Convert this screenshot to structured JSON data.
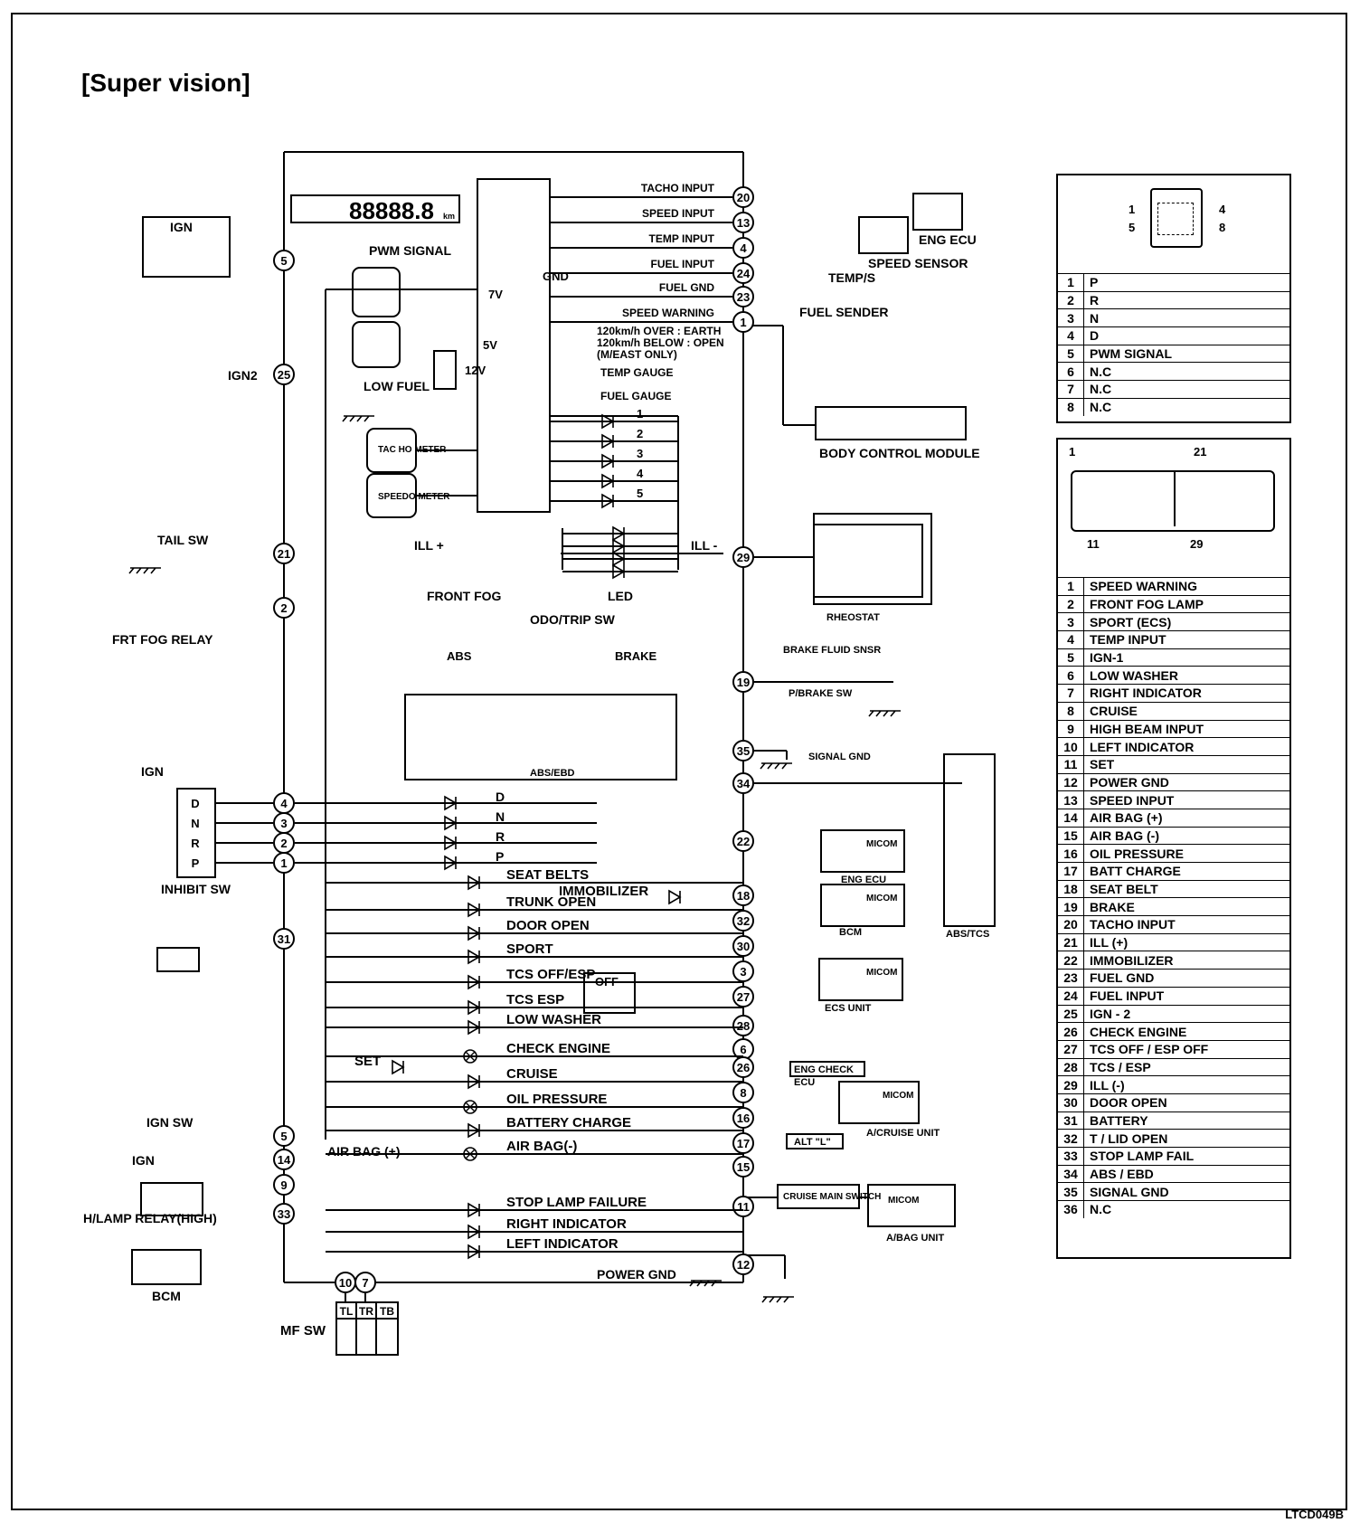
{
  "title": "[Super vision]",
  "figure_code": "LTCD049B",
  "display": {
    "readout": "88888.8",
    "unit": "km"
  },
  "pins": [
    {
      "num": "20",
      "label": "TACHO INPUT"
    },
    {
      "num": "13",
      "label": "SPEED INPUT"
    },
    {
      "num": "4",
      "label": "TEMP INPUT"
    },
    {
      "num": "24",
      "label": "FUEL INPUT"
    },
    {
      "num": "23",
      "label": "FUEL GND"
    },
    {
      "num": "1",
      "label": "SPEED WARNING"
    },
    {
      "num": "29",
      "label": "ILL -"
    },
    {
      "num": "19",
      "label": ""
    },
    {
      "num": "35",
      "label": ""
    },
    {
      "num": "34",
      "label": ""
    },
    {
      "num": "22",
      "label": ""
    },
    {
      "num": "18",
      "label": ""
    },
    {
      "num": "32",
      "label": ""
    },
    {
      "num": "30",
      "label": ""
    },
    {
      "num": "3",
      "label": ""
    },
    {
      "num": "27",
      "label": ""
    },
    {
      "num": "28",
      "label": ""
    },
    {
      "num": "6",
      "label": ""
    },
    {
      "num": "26",
      "label": ""
    },
    {
      "num": "8",
      "label": ""
    },
    {
      "num": "16",
      "label": ""
    },
    {
      "num": "17",
      "label": ""
    },
    {
      "num": "15",
      "label": ""
    },
    {
      "num": "11",
      "label": ""
    },
    {
      "num": "12",
      "label": ""
    }
  ],
  "left_pins": [
    {
      "num": "5",
      "label": "PWM SIGNAL"
    },
    {
      "num": "25",
      "label": "IGN2"
    },
    {
      "num": "21",
      "label": "ILL +"
    },
    {
      "num": "2",
      "label": "FRONT FOG"
    },
    {
      "num": "4",
      "label": "D"
    },
    {
      "num": "3",
      "label": "N"
    },
    {
      "num": "2",
      "label": "R"
    },
    {
      "num": "1",
      "label": "P"
    },
    {
      "num": "31",
      "label": ""
    },
    {
      "num": "5",
      "label": "AIR BAG (+)"
    },
    {
      "num": "14",
      "label": ""
    },
    {
      "num": "9",
      "label": "HIGH BEAM INPUT"
    },
    {
      "num": "33",
      "label": ""
    },
    {
      "num": "10",
      "label": ""
    },
    {
      "num": "7",
      "label": ""
    }
  ],
  "speed_warning_note": [
    "120km/h OVER : EARTH",
    "120km/h BELOW : OPEN",
    "(M/EAST ONLY)"
  ],
  "labels": {
    "ign": "IGN",
    "ign2": "IGN2",
    "tail_sw": "TAIL SW",
    "frt_fog_relay": "FRT FOG RELAY",
    "inhibit_sw": "INHIBIT SW",
    "ign_sw": "IGN SW",
    "hlamp_relay": "H/LAMP RELAY(HIGH)",
    "bcm": "BCM",
    "mf_sw": "MF SW",
    "low_fuel": "LOW FUEL",
    "tacho_meter": "TAC HO METER",
    "speedo_meter": "SPEEDO METER",
    "gnd": "GND",
    "v7": "7V",
    "v5": "5V",
    "v12": "12V",
    "temp_gauge": "TEMP GAUGE",
    "fuel_gauge": "FUEL GAUGE",
    "led": "LED",
    "odo_trip": "ODO/TRIP SW",
    "abs": "ABS",
    "brake": "BRAKE",
    "abs_ebd": "ABS/EBD",
    "eng_ecu": "ENG ECU",
    "speed_sensor": "SPEED SENSOR",
    "temp_s": "TEMP/S",
    "fuel_sender": "FUEL SENDER",
    "bcm_module": "BODY CONTROL MODULE",
    "rheostat": "RHEOSTAT",
    "brake_fluid": "BRAKE FLUID SNSR",
    "pbrake_sw": "P/BRAKE SW",
    "signal_gnd": "SIGNAL GND",
    "abs_tcs": "ABS/TCS",
    "micom": "MICOM",
    "eng_ecu2": "ENG ECU",
    "bcm2": "BCM",
    "ecs_unit": "ECS UNIT",
    "eng_check": "ENG CHECK",
    "ecu": "ECU",
    "acruise_unit": "A/CRUISE UNIT",
    "alt_l": "ALT \"L\"",
    "cruise_main": "CRUISE MAIN SWITCH",
    "abag_unit": "A/BAG UNIT",
    "off": "OFF",
    "power_gnd": "POWER GND",
    "tl": "TL",
    "tr": "TR",
    "tb": "TB"
  },
  "indicators": [
    "SEAT BELTS",
    "IMMOBILIZER",
    "TRUNK OPEN",
    "DOOR OPEN",
    "SPORT",
    "TCS OFF/ESP",
    "TCS ESP",
    "LOW WASHER",
    "CHECK ENGINE",
    "SET",
    "CRUISE",
    "OIL PRESSURE",
    "BATTERY CHARGE",
    "AIR BAG(-)",
    "STOP LAMP FAILURE",
    "RIGHT INDICATOR",
    "LEFT INDICATOR"
  ],
  "led_nums": [
    "1",
    "2",
    "3",
    "4",
    "5"
  ],
  "inhibit_positions": [
    "D",
    "N",
    "R",
    "P"
  ],
  "connector_small": {
    "pin_labels": [
      "1",
      "4",
      "5",
      "8"
    ],
    "rows": [
      {
        "n": "1",
        "v": "P"
      },
      {
        "n": "2",
        "v": "R"
      },
      {
        "n": "3",
        "v": "N"
      },
      {
        "n": "4",
        "v": "D"
      },
      {
        "n": "5",
        "v": "PWM SIGNAL"
      },
      {
        "n": "6",
        "v": "N.C"
      },
      {
        "n": "7",
        "v": "N.C"
      },
      {
        "n": "8",
        "v": "N.C"
      }
    ]
  },
  "connector_large": {
    "pin_labels": [
      "1",
      "21",
      "11",
      "29"
    ],
    "rows": [
      {
        "n": "1",
        "v": "SPEED WARNING"
      },
      {
        "n": "2",
        "v": "FRONT FOG LAMP"
      },
      {
        "n": "3",
        "v": "SPORT (ECS)"
      },
      {
        "n": "4",
        "v": "TEMP INPUT"
      },
      {
        "n": "5",
        "v": "IGN-1"
      },
      {
        "n": "6",
        "v": "LOW WASHER"
      },
      {
        "n": "7",
        "v": "RIGHT INDICATOR"
      },
      {
        "n": "8",
        "v": "CRUISE"
      },
      {
        "n": "9",
        "v": "HIGH BEAM INPUT"
      },
      {
        "n": "10",
        "v": "LEFT INDICATOR"
      },
      {
        "n": "11",
        "v": "SET"
      },
      {
        "n": "12",
        "v": "POWER GND"
      },
      {
        "n": "13",
        "v": "SPEED INPUT"
      },
      {
        "n": "14",
        "v": "AIR BAG (+)"
      },
      {
        "n": "15",
        "v": "AIR BAG (-)"
      },
      {
        "n": "16",
        "v": "OIL PRESSURE"
      },
      {
        "n": "17",
        "v": "BATT CHARGE"
      },
      {
        "n": "18",
        "v": "SEAT BELT"
      },
      {
        "n": "19",
        "v": "BRAKE"
      },
      {
        "n": "20",
        "v": "TACHO INPUT"
      },
      {
        "n": "21",
        "v": "ILL (+)"
      },
      {
        "n": "22",
        "v": "IMMOBILIZER"
      },
      {
        "n": "23",
        "v": "FUEL GND"
      },
      {
        "n": "24",
        "v": "FUEL INPUT"
      },
      {
        "n": "25",
        "v": "IGN - 2"
      },
      {
        "n": "26",
        "v": "CHECK ENGINE"
      },
      {
        "n": "27",
        "v": "TCS OFF / ESP OFF"
      },
      {
        "n": "28",
        "v": "TCS / ESP"
      },
      {
        "n": "29",
        "v": "ILL (-)"
      },
      {
        "n": "30",
        "v": "DOOR OPEN"
      },
      {
        "n": "31",
        "v": "BATTERY"
      },
      {
        "n": "32",
        "v": "T / LID OPEN"
      },
      {
        "n": "33",
        "v": "STOP LAMP FAIL"
      },
      {
        "n": "34",
        "v": "ABS / EBD"
      },
      {
        "n": "35",
        "v": "SIGNAL GND"
      },
      {
        "n": "36",
        "v": "N.C"
      }
    ]
  }
}
